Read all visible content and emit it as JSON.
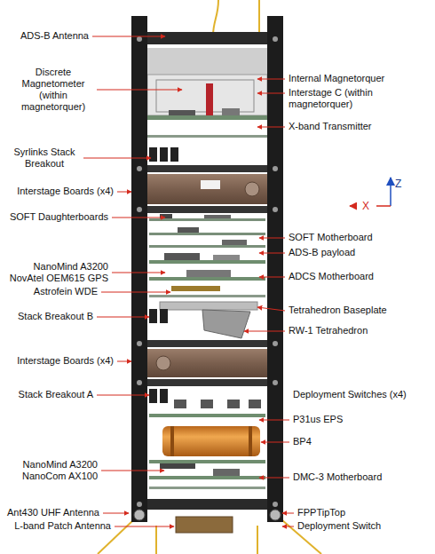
{
  "diagram": {
    "labels": [
      "ADS-B Antenna",
      "Discrete Magnetometer (within magnetorquer)",
      "Internal Magnetorquer",
      "Interstage C (within magnetorquer)",
      "X-band Transmitter",
      "Syrlinks Stack Breakout",
      "Interstage Boards (x4)",
      "SOFT Daughterboards",
      "SOFT Motherboard",
      "ADS-B payload",
      "NanoMind A3200 NovAtel OEM615 GPS",
      "ADCS Motherboard",
      "Astrofein WDE",
      "Tetrahedron Baseplate",
      "Stack Breakout B",
      "RW-1 Tetrahedron",
      "Interstage Boards (x4)",
      "Stack Breakout A",
      "Deployment Switches (x4)",
      "P31us EPS",
      "BP4",
      "NanoMind A3200 NanoCom AX100",
      "DMC-3 Motherboard",
      "Ant430 UHF Antenna",
      "FPPTipTop",
      "L-band Patch Antenna",
      "Deployment Switch",
      "Z",
      "X"
    ]
  }
}
